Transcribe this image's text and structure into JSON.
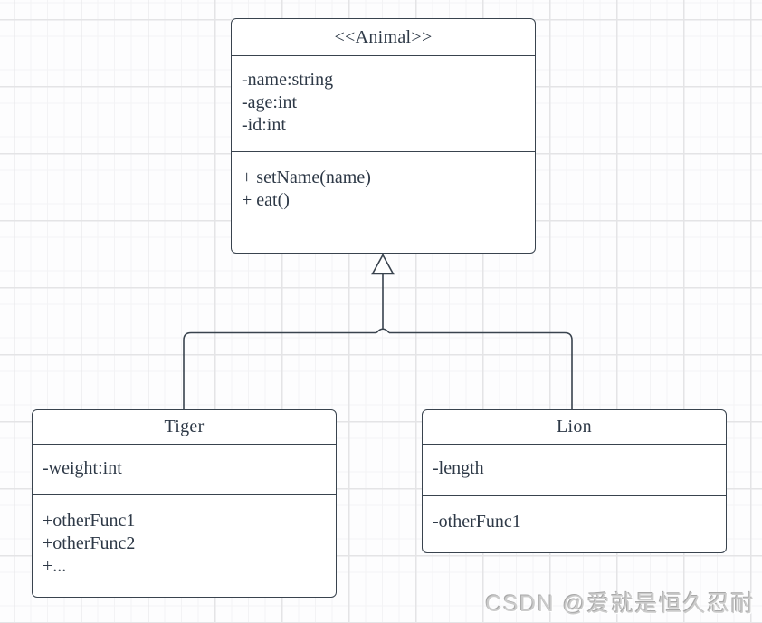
{
  "diagram": {
    "classes": [
      {
        "name": "<<Animal>>",
        "attributes": [
          "-name:string",
          "-age:int",
          "-id:int"
        ],
        "methods": [
          "+ setName(name)",
          "+ eat()"
        ]
      },
      {
        "name": "Tiger",
        "attributes": [
          "-weight:int"
        ],
        "methods": [
          "+otherFunc1",
          "+otherFunc2",
          "+..."
        ]
      },
      {
        "name": "Lion",
        "attributes": [
          "-length"
        ],
        "methods": [
          "-otherFunc1"
        ]
      }
    ],
    "relationships": [
      {
        "type": "inheritance",
        "from": "Tiger",
        "to": "Animal"
      },
      {
        "type": "inheritance",
        "from": "Lion",
        "to": "Animal"
      }
    ],
    "colors": {
      "stroke": "#39434e",
      "shape_fill": "#ffffff",
      "text": "#2e3947",
      "grid_minor": "#f3f3f5",
      "grid_major": "#e4e4e6"
    }
  },
  "watermark": {
    "text": "CSDN @爱就是恒久忍耐"
  }
}
